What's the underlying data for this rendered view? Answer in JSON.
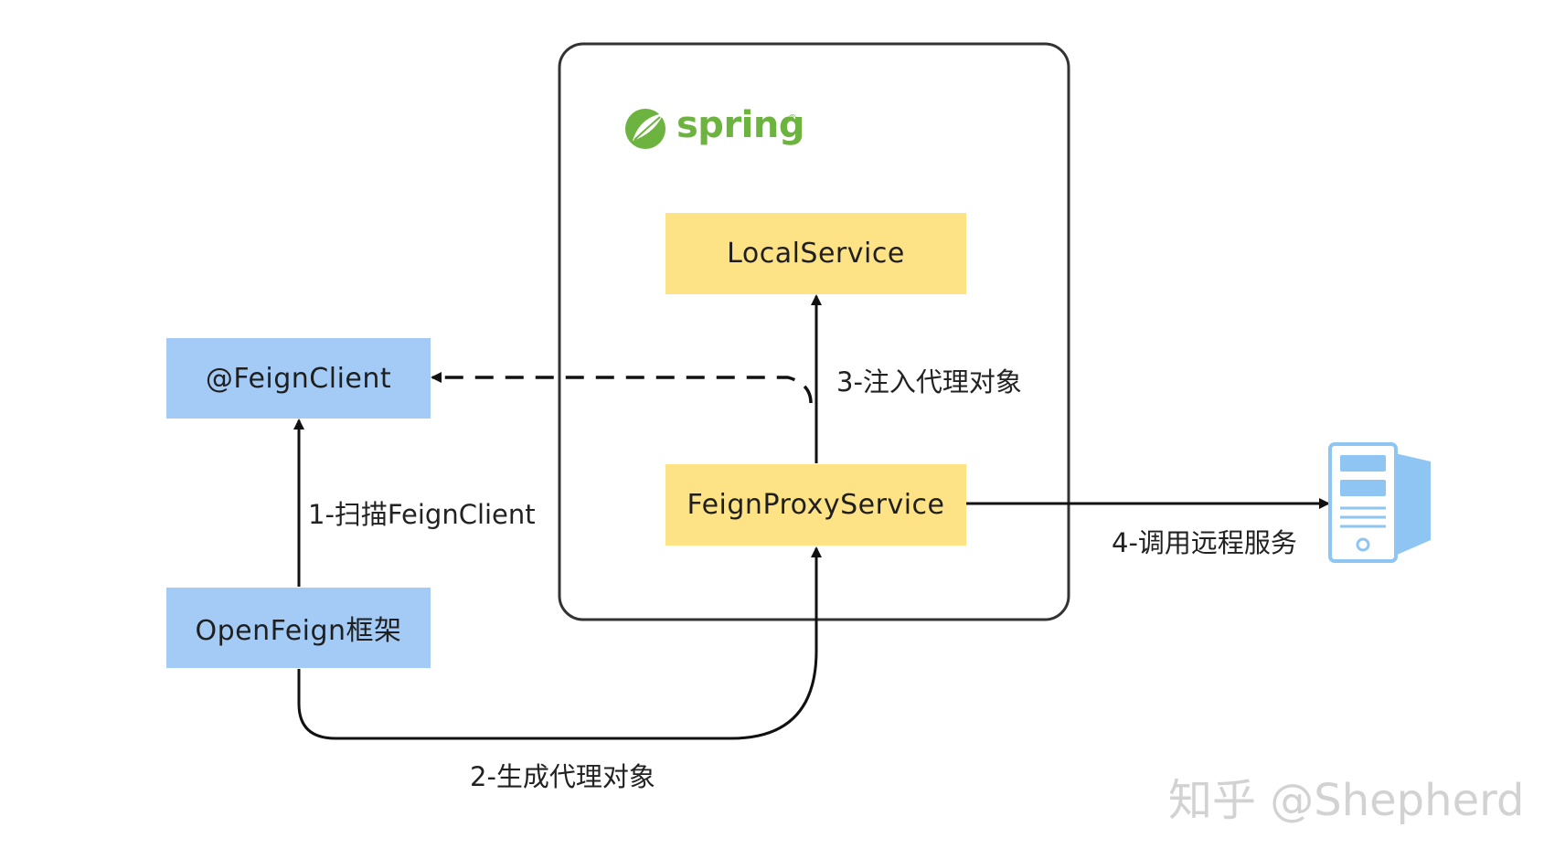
{
  "logo": {
    "text": "spring"
  },
  "nodes": {
    "feign_client": "@FeignClient",
    "openfeign": "OpenFeign框架",
    "local_service": "LocalService",
    "feign_proxy": "FeignProxyService"
  },
  "edges": {
    "scan": "1-扫描FeignClient",
    "generate": "2-生成代理对象",
    "inject": "3-注入代理对象",
    "invoke": "4-调用远程服务"
  },
  "watermark": "知乎 @Shepherd",
  "colors": {
    "blue_box": "#a3cbf5",
    "yellow_box": "#fde286",
    "spring_green": "#6db33f",
    "server_blue": "#8ec5f2"
  }
}
